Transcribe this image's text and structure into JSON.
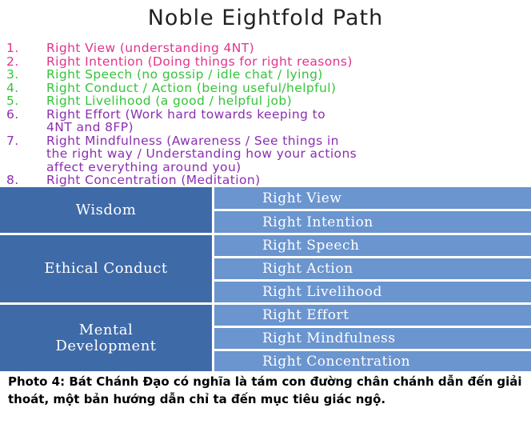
{
  "title": "Noble Eightfold Path",
  "list": [
    {
      "num": "1.",
      "text": "Right View (understanding 4NT)",
      "color": "#e0358a"
    },
    {
      "num": "2.",
      "text": "Right Intention (Doing things for right reasons)",
      "color": "#e0358a"
    },
    {
      "num": "3.",
      "text": "Right Speech (no gossip / idle chat / lying)",
      "color": "#35c43a"
    },
    {
      "num": "4.",
      "text": "Right Conduct / Action (being useful/helpful)",
      "color": "#35c43a"
    },
    {
      "num": "5.",
      "text": "Right Livelihood (a good / helpful job)",
      "color": "#35c43a"
    },
    {
      "num": "6.",
      "line1": "Right Effort (Work hard towards keeping to",
      "line2": "4NT and 8FP)",
      "color": "#8b2fb0"
    },
    {
      "num": "7.",
      "line1": "Right Mindfulness (Awareness / See things in",
      "line2": "the right way / Understanding how your actions",
      "line3": "affect everything around you)",
      "color": "#8b2fb0"
    },
    {
      "num": "8.",
      "text": "Right Concentration (Meditation)",
      "color": "#8b2fb0"
    }
  ],
  "table": {
    "wisdom": {
      "label": "Wisdom",
      "items": [
        "Right View",
        "Right Intention"
      ]
    },
    "ethical": {
      "label": "Ethical Conduct",
      "items": [
        "Right Speech",
        "Right Action",
        "Right Livelihood"
      ]
    },
    "mental": {
      "label_line1": "Mental",
      "label_line2": "Development",
      "items": [
        "Right Effort",
        "Right Mindfulness",
        "Right Concentration"
      ]
    }
  },
  "caption": "Photo 4: Bát Chánh Đạo có nghĩa là tám con đường chân chánh dẫn đến giải thoát, một bản hướng dẫn chỉ ta đến mục tiêu giác ngộ."
}
